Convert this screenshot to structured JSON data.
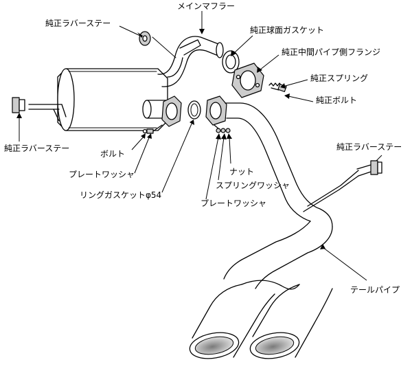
{
  "labels": {
    "main_muffler": "メインマフラー",
    "rubber_stay_top": "純正ラバーステー",
    "ball_gasket": "純正球面ガスケット",
    "mid_pipe_flange": "純正中間パイプ側フランジ",
    "spring": "純正スプリング",
    "bolt_stock": "純正ボルト",
    "rubber_stay_left": "純正ラバーステー",
    "bolt": "ボルト",
    "plate_washer_left": "プレートワッシャ",
    "ring_gasket": "リングガスケットφ54",
    "nut": "ナット",
    "spring_washer": "スプリングワッシャ",
    "plate_washer_right": "プレートワッシャ",
    "rubber_stay_right": "純正ラバーステー",
    "tail_pipe": "テールパイプ"
  }
}
